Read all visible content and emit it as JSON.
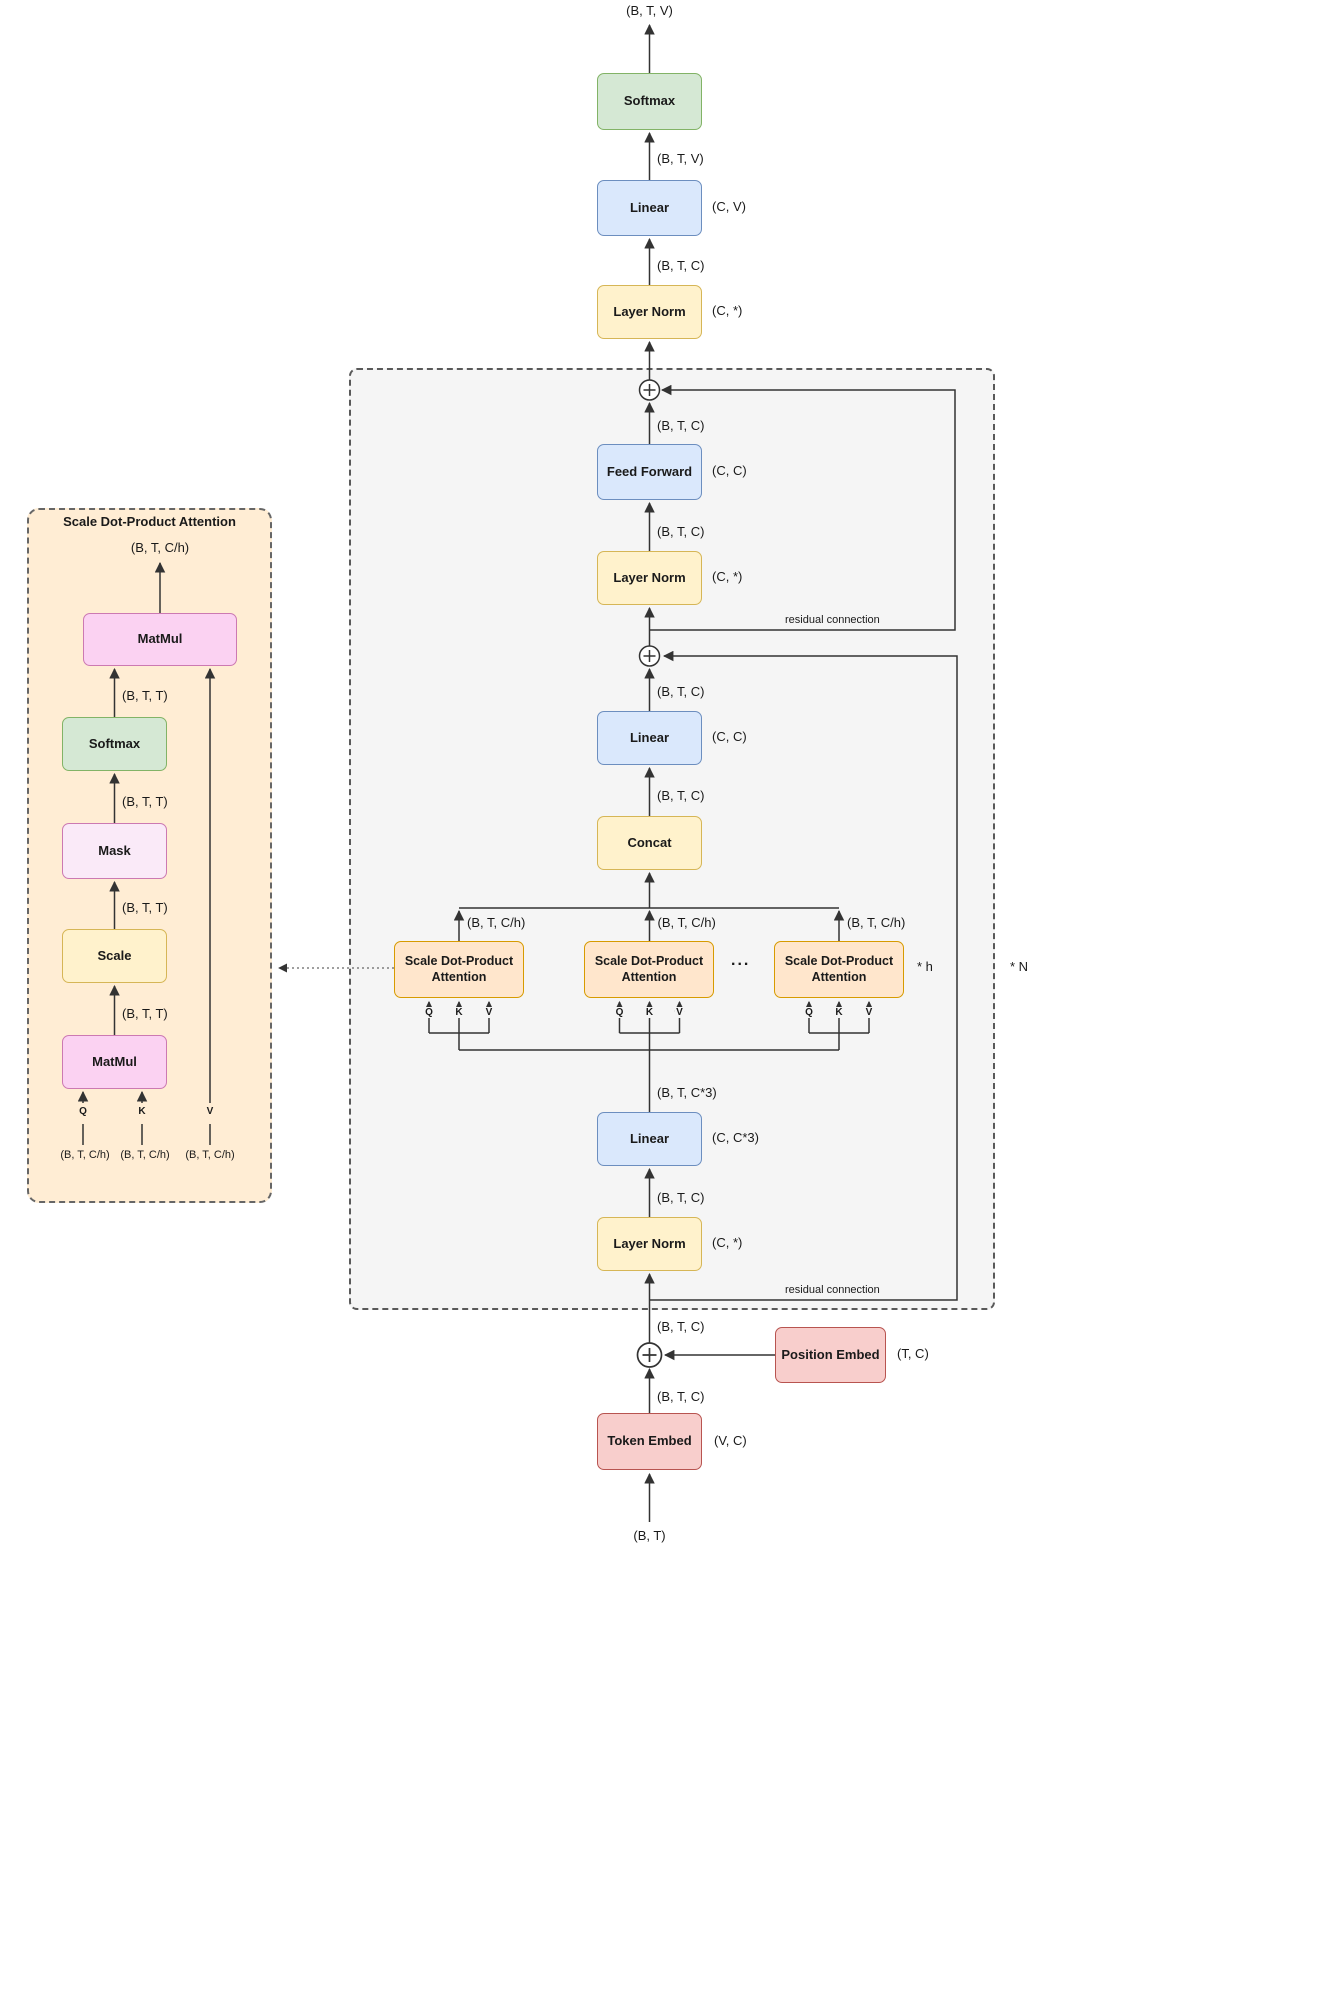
{
  "colors": {
    "softmax_green": "#d5e8d4",
    "linear_blue": "#dae8fc",
    "norm_yellow": "#fff2cc",
    "attention_orange": "#ffe6cc",
    "embed_red": "#f8cecc",
    "matmul_pink": "#fbd2f2",
    "block_bg": "#f5f5f5",
    "panel_bg": "#ffedd4"
  },
  "flow": {
    "output_shape_top": "(B, T, V)",
    "softmax": "Softmax",
    "shape_btv": "(B, T, V)",
    "linear_head": "Linear",
    "linear_head_dim": "(C, V)",
    "shape_btc_head": "(B, T, C)",
    "layer_norm_final": "Layer Norm",
    "layer_norm_final_dim": "(C, *)"
  },
  "block": {
    "repeat_n": "* N",
    "residual_upper": "residual connection",
    "residual_lower": "residual connection",
    "shape_ff_out": "(B, T, C)",
    "feed_forward": "Feed Forward",
    "feed_forward_dim": "(C, C)",
    "shape_ln2_out": "(B, T, C)",
    "layer_norm2": "Layer Norm",
    "layer_norm2_dim": "(C, *)",
    "shape_proj_out": "(B, T, C)",
    "linear_proj": "Linear",
    "linear_proj_dim": "(C, C)",
    "shape_concat_out": "(B, T, C)",
    "concat": "Concat",
    "attention_box": "Scale Dot-Product Attention",
    "head_out_shape": "(B, T, C/h)",
    "dots": "...",
    "repeat_h": "* h",
    "q": "Q",
    "k": "K",
    "v": "V",
    "shape_qkv": "(B, T, C*3)",
    "linear_qkv": "Linear",
    "linear_qkv_dim": "(C, C*3)",
    "shape_ln1_out": "(B, T, C)",
    "layer_norm1": "Layer Norm",
    "layer_norm1_dim": "(C, *)"
  },
  "embed": {
    "shape_add_out": "(B, T, C)",
    "position_embed": "Position Embed",
    "position_embed_dim": "(T, C)",
    "shape_token_out": "(B, T, C)",
    "token_embed": "Token Embed",
    "token_embed_dim": "(V, C)",
    "input_shape": "(B, T)"
  },
  "panel": {
    "title": "Scale Dot-Product Attention",
    "out_shape": "(B, T, C/h)",
    "matmul_top": "MatMul",
    "shape_btt": "(B, T, T)",
    "softmax": "Softmax",
    "mask": "Mask",
    "scale": "Scale",
    "matmul_bottom": "MatMul",
    "q": "Q",
    "k": "K",
    "v": "V",
    "in_shape_q": "(B, T, C/h)",
    "in_shape_k": "(B, T, C/h)",
    "in_shape_v": "(B, T, C/h)"
  }
}
